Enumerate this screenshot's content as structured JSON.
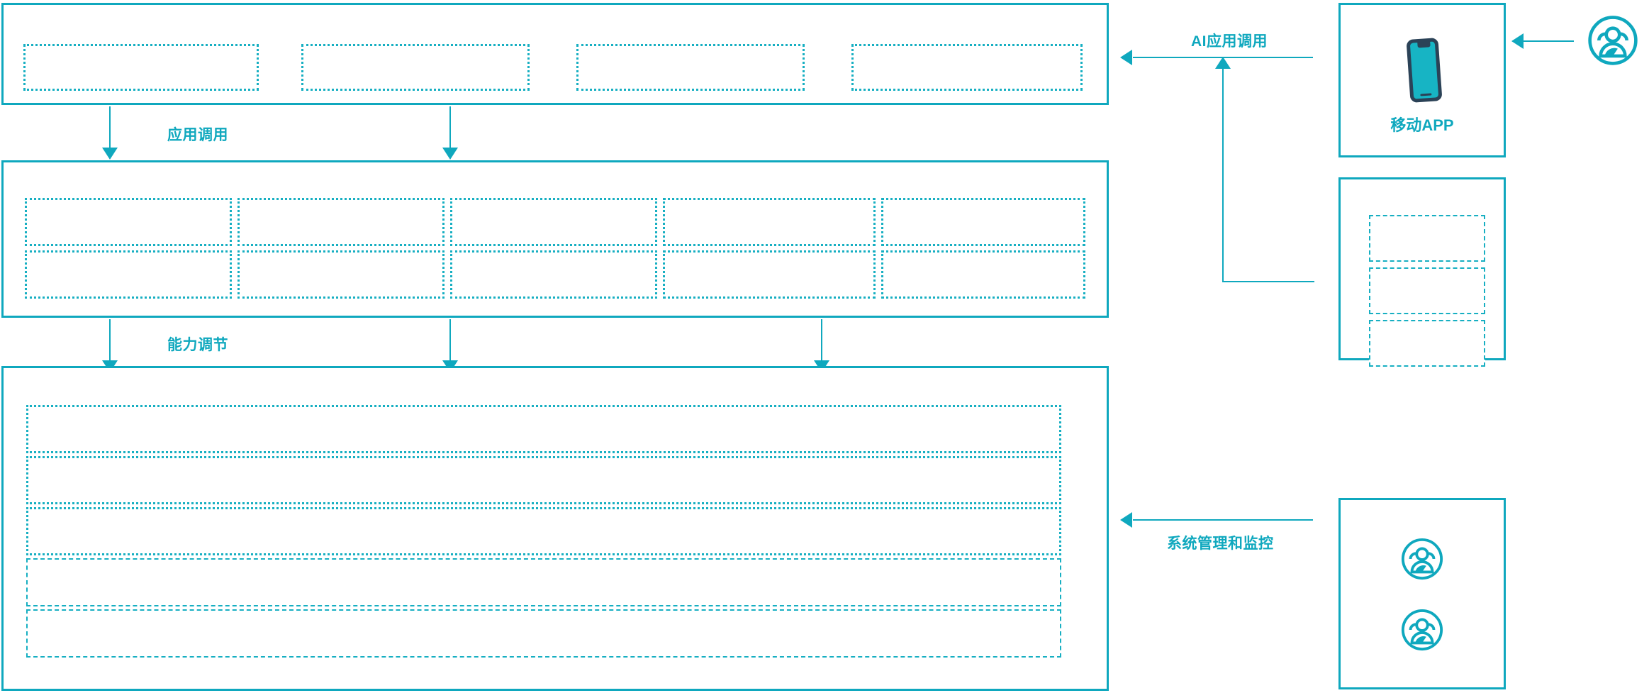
{
  "diagram": {
    "accent_color": "#0FA8BE",
    "dash_color": "#17AFC2",
    "phone_body_color": "#17B4C4",
    "phone_outline_color": "#2B4257",
    "background": "#ffffff"
  },
  "flow_labels": {
    "app_invocation": "应用调用",
    "capability_adjustment": "能力调节",
    "ai_app_invocation": "AI应用调用",
    "system_management_monitoring": "系统管理和监控"
  },
  "layers": {
    "application_layer": {
      "name": "application-layer",
      "slots": [
        "",
        "",
        "",
        ""
      ]
    },
    "capability_layer": {
      "name": "capability-layer",
      "columns": 5,
      "rows": 2,
      "slots": [
        "",
        "",
        "",
        "",
        "",
        "",
        "",
        "",
        "",
        ""
      ]
    },
    "platform_layer": {
      "name": "platform-layer",
      "rows": [
        "",
        "",
        "",
        "",
        ""
      ]
    }
  },
  "right_column": {
    "mobile_app_card": {
      "caption": "移动APP",
      "icon": "mobile-phone-icon"
    },
    "channel_card": {
      "caption": "",
      "slots": [
        "",
        "",
        ""
      ]
    },
    "admin_card": {
      "caption": "",
      "icons": [
        "users-group-icon",
        "users-group-icon"
      ]
    },
    "end_user_icon": "users-group-icon"
  }
}
